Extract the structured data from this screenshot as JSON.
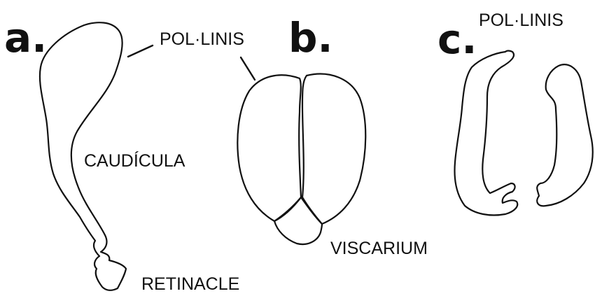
{
  "panels": {
    "a": {
      "letter": "a.",
      "labels": {
        "pollinium": "POL·LINIS",
        "caudicle": "CAUDÍCULA",
        "retinacle": "RETINACLE"
      }
    },
    "b": {
      "letter": "b.",
      "labels": {
        "viscarium": "VISCARIUM"
      }
    },
    "c": {
      "letter": "c.",
      "labels": {
        "pollinium": "POL·LINIS"
      }
    }
  },
  "colors": {
    "ink": "#111111",
    "background": "#ffffff"
  }
}
